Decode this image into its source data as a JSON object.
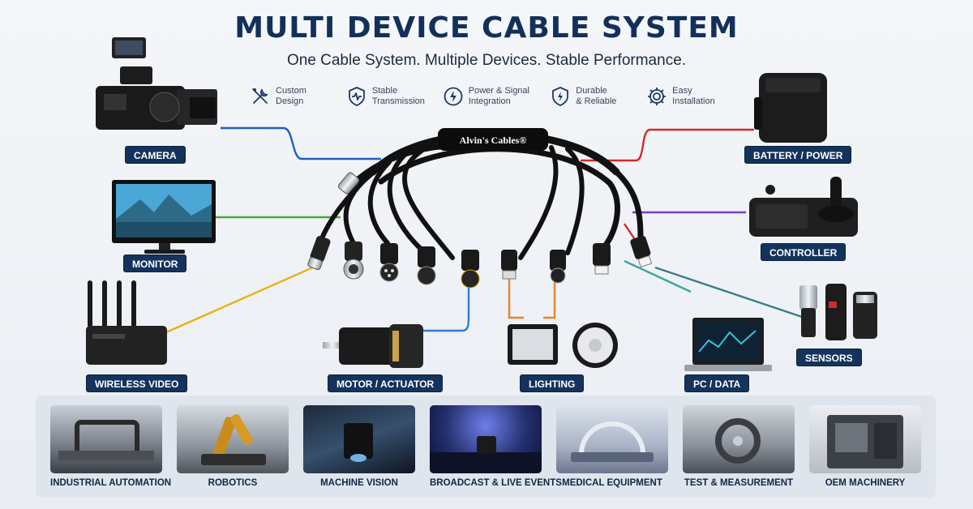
{
  "header": {
    "title": "MULTI DEVICE CABLE SYSTEM",
    "subtitle": "One Cable System. Multiple Devices. Stable Performance."
  },
  "features": [
    {
      "line1": "Custom",
      "line2": "Design",
      "icon": "tools-icon"
    },
    {
      "line1": "Stable",
      "line2": "Transmission",
      "icon": "shield-wave-icon"
    },
    {
      "line1": "Power & Signal",
      "line2": "Integration",
      "icon": "lightning-icon"
    },
    {
      "line1": "Durable",
      "line2": "& Reliable",
      "icon": "shield-bolt-icon"
    },
    {
      "line1": "Easy",
      "line2": "Installation",
      "icon": "gear-icon"
    }
  ],
  "harness": {
    "brand": "Alvin's Cables®"
  },
  "devices": {
    "camera": "CAMERA",
    "monitor": "MONITOR",
    "wireless": "WIRELESS VIDEO",
    "motor": "MOTOR / ACTUATOR",
    "lighting": "LIGHTING",
    "pc": "PC / DATA",
    "sensors": "SENSORS",
    "controller": "CONTROLLER",
    "battery": "BATTERY / POWER"
  },
  "wire_colors": {
    "camera": "#1f5fbf",
    "monitor": "#4aa83a",
    "wireless": "#e6b317",
    "motor": "#2e7dd0",
    "lighting": "#e8842a",
    "pc": "#3aa6a0",
    "sensors": "#3a7c8c",
    "controller": "#7a3ac0",
    "battery": "#d12a2a"
  },
  "applications": [
    "INDUSTRIAL AUTOMATION",
    "ROBOTICS",
    "MACHINE VISION",
    "BROADCAST & LIVE EVENTS",
    "MEDICAL EQUIPMENT",
    "TEST & MEASUREMENT",
    "OEM MACHINERY"
  ]
}
